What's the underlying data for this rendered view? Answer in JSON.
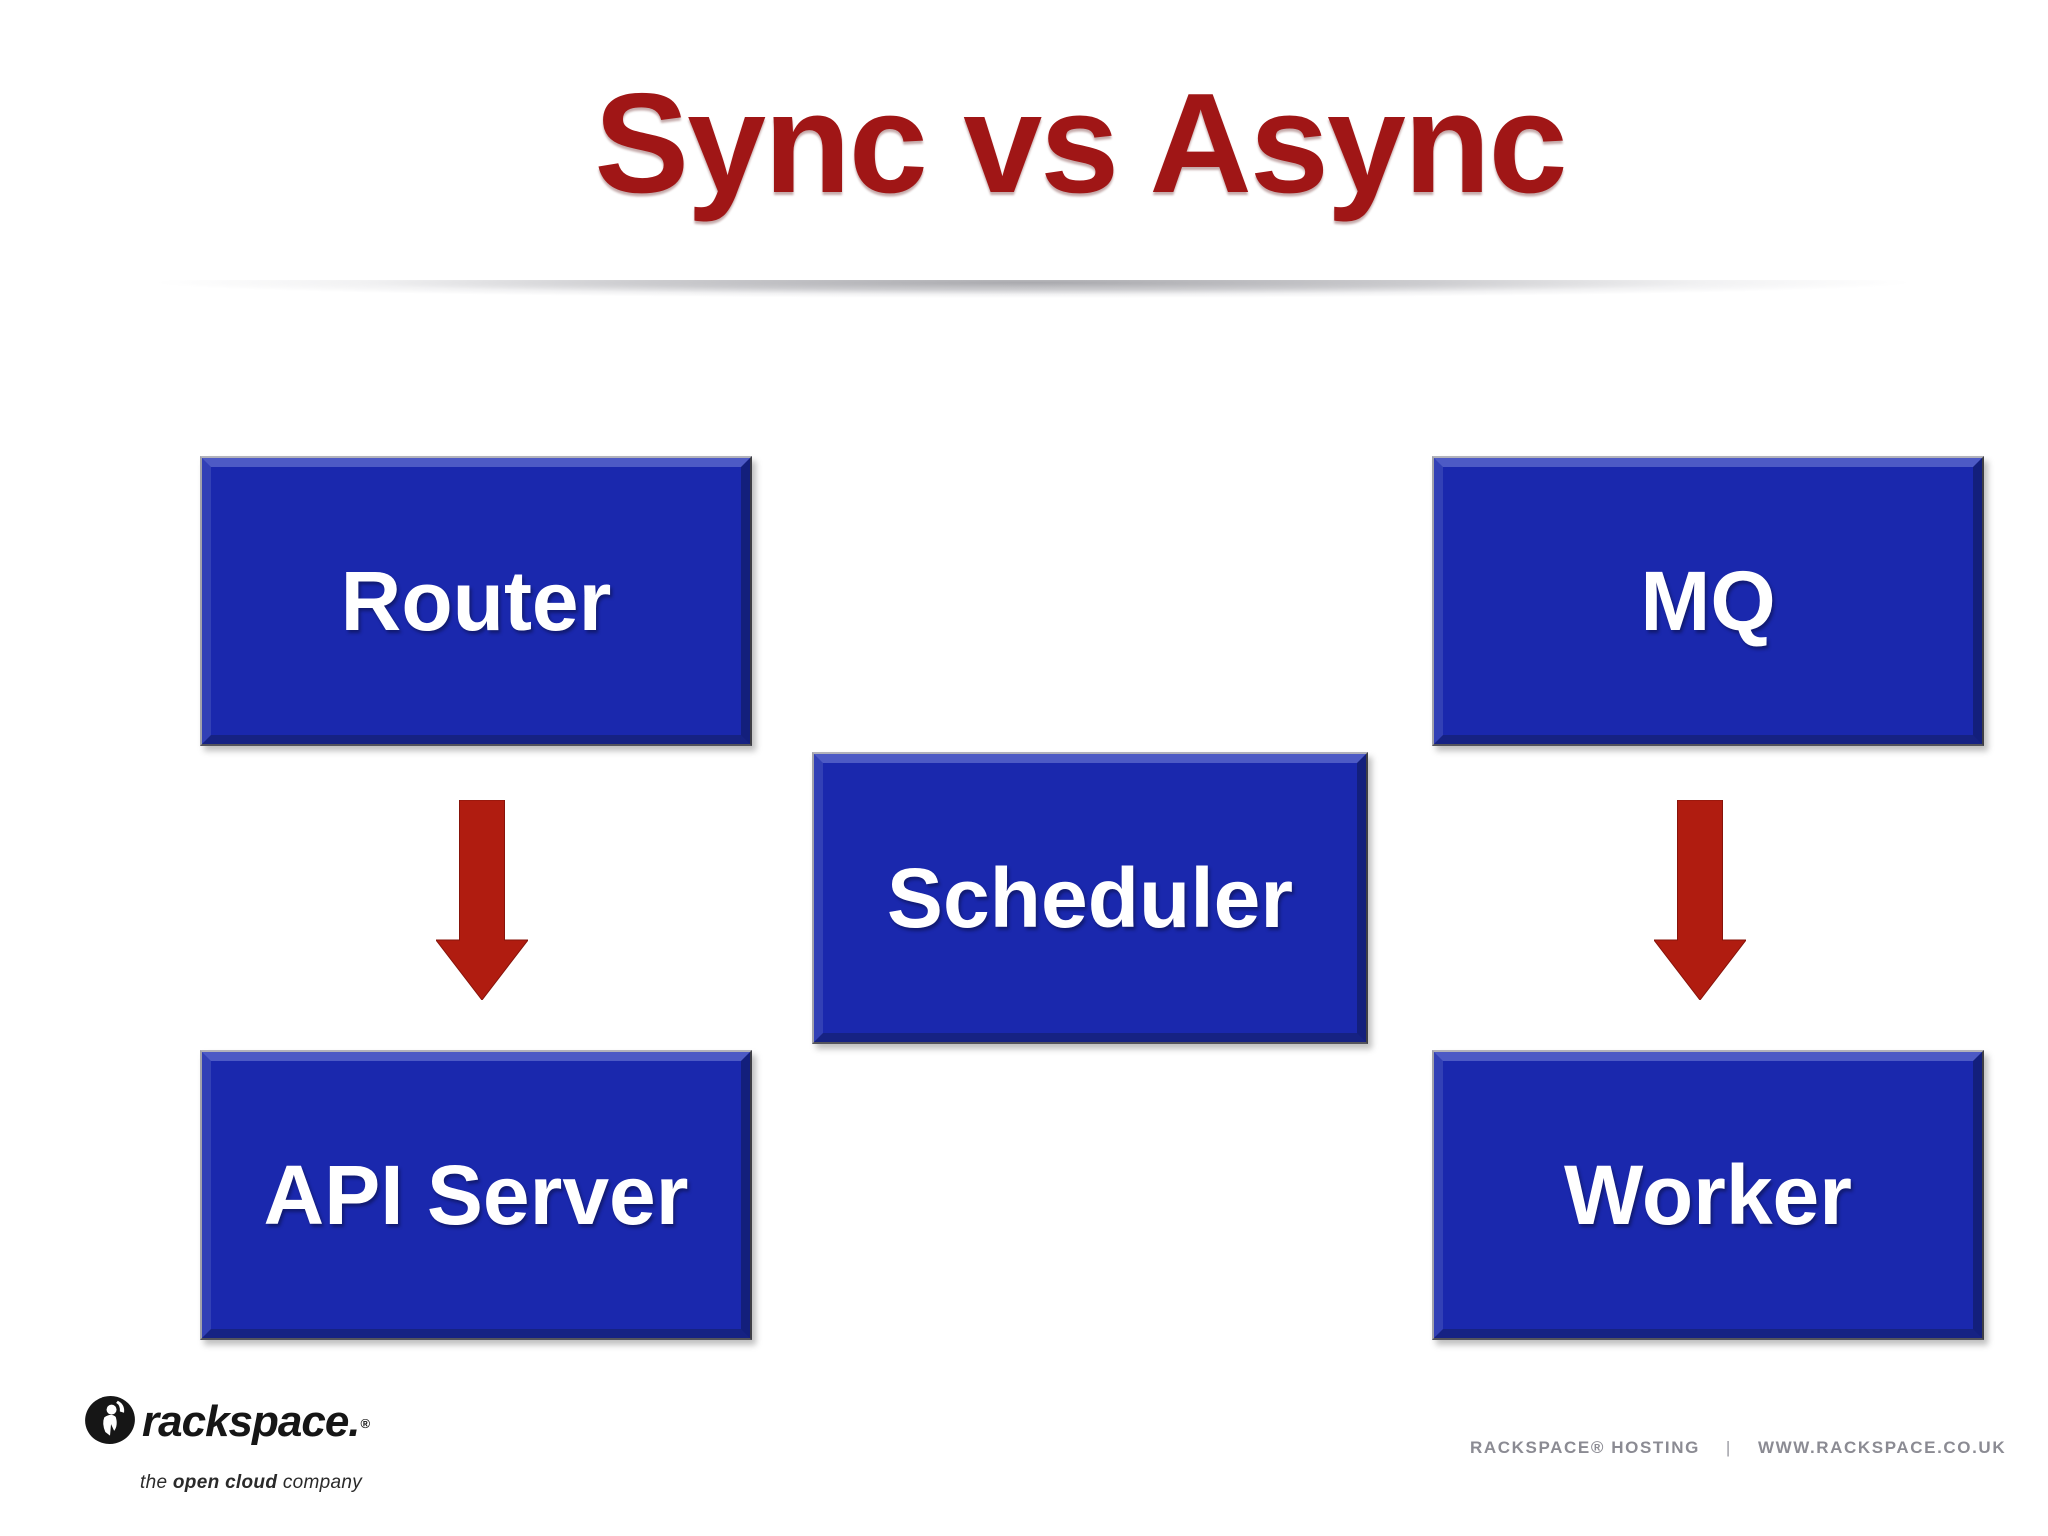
{
  "slide": {
    "title": "Sync vs Async",
    "colors": {
      "title_red": "#a01616",
      "box_blue": "#1a28ad",
      "arrow_red": "#b01c10",
      "footer_gray": "#8b8b93"
    }
  },
  "diagram": {
    "boxes": {
      "router": {
        "label": "Router"
      },
      "mq": {
        "label": "MQ"
      },
      "scheduler": {
        "label": "Scheduler"
      },
      "api_server": {
        "label": "API Server"
      },
      "worker": {
        "label": "Worker"
      }
    },
    "arrows": [
      {
        "from": "Router",
        "to": "API Server"
      },
      {
        "from": "MQ",
        "to": "Worker"
      }
    ]
  },
  "footer": {
    "logo": {
      "brand": "rackspace.",
      "registered": "®",
      "tagline_pre": "the ",
      "tagline_bold": "open cloud",
      "tagline_post": " company"
    },
    "meta": {
      "hosting": "RACKSPACE® HOSTING",
      "separator": "|",
      "url": "WWW.RACKSPACE.CO.UK"
    }
  }
}
